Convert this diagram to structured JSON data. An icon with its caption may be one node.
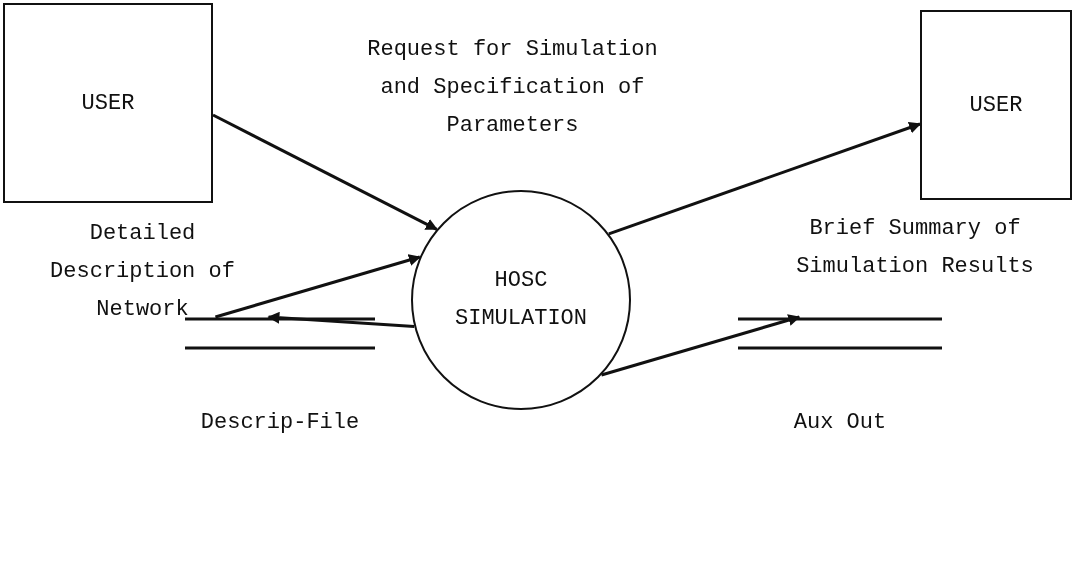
{
  "diagram": {
    "nodes": [
      {
        "text": [
          "USER"
        ]
      },
      {
        "text": [
          "USER"
        ]
      },
      {
        "text": [
          "HOSC SIMULATION"
        ]
      },
      {
        "text": [
          "Descrip-File"
        ]
      },
      {
        "text": [
          "Aux Out"
        ]
      }
    ],
    "edges": [
      {
        "from": 0,
        "to": 2,
        "arrow": "to",
        "label": "Request for Simulation and Specification of Parameters"
      },
      {
        "from": 2,
        "to": 1,
        "arrow": "to",
        "label": "Brief Summary of Simulation Results"
      },
      {
        "from": 3,
        "to": 2,
        "arrow": "to",
        "label": "Detailed Description of Network"
      },
      {
        "from": 2,
        "to": 3,
        "arrow": "to"
      },
      {
        "from": 2,
        "to": 4,
        "arrow": "to"
      }
    ]
  }
}
